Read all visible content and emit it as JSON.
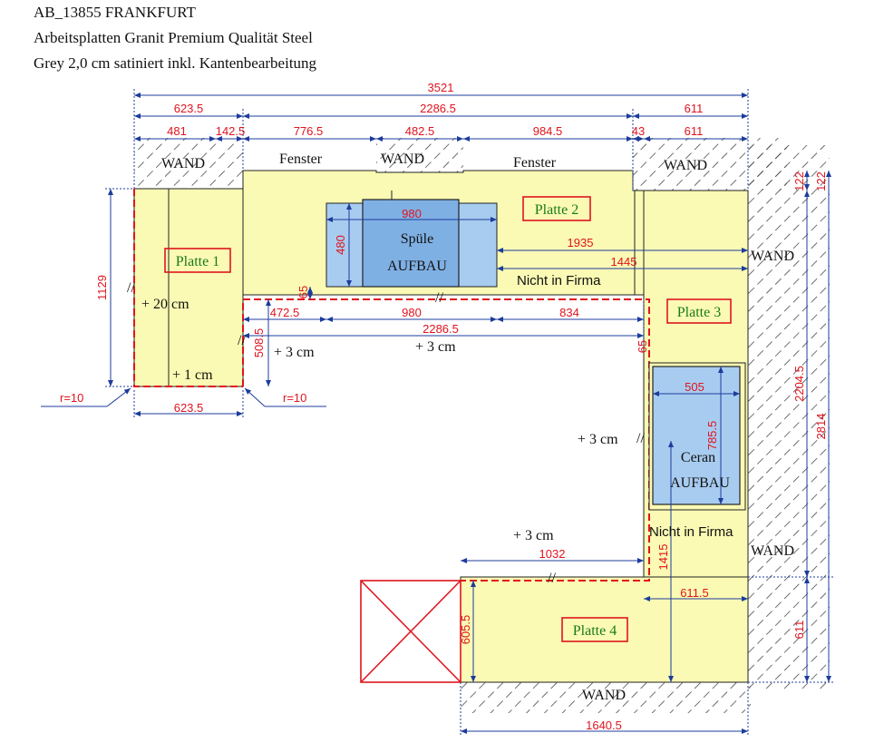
{
  "header": {
    "line1": "AB_13855 FRANKFURT",
    "line2": "Arbeitsplatten Granit Premium Qualität Steel",
    "line3": "Grey 2,0 cm satiniert inkl. Kantenbearbeitung"
  },
  "labels": {
    "wand": "WAND",
    "fenster": "Fenster",
    "spuele": "Spüle",
    "aufbau": "AUFBAU",
    "ceran": "Ceran",
    "nicht_in_firma": "Nicht in Firma",
    "plus20": "+ 20 cm",
    "plus1": "+ 1 cm",
    "plus3": "+ 3 cm",
    "r10": "r=10",
    "slash": "//"
  },
  "plates": {
    "p1": "Platte 1",
    "p2": "Platte 2",
    "p3": "Platte 3",
    "p4": "Platte 4"
  },
  "dims": {
    "d3521": "3521",
    "d623_5": "623.5",
    "d2286_5": "2286.5",
    "d611": "611",
    "d481": "481",
    "d142_5": "142.5",
    "d776_5": "776.5",
    "d482_5": "482.5",
    "d984_5": "984.5",
    "d43": "43",
    "d122": "122",
    "d980": "980",
    "d480": "480",
    "d1935": "1935",
    "d1445": "1445",
    "d1129": "1129",
    "d65": "65",
    "d472_5": "472.5",
    "d834": "834",
    "d508_5": "508.5",
    "d505": "505",
    "d785_5": "785.5",
    "d2204_5": "2204.5",
    "d2814": "2814",
    "d1032": "1032",
    "d1415": "1415",
    "d611_5": "611.5",
    "d605_5": "605.5",
    "d1640_5": "1640.5"
  },
  "colors": {
    "plate_fill": "#fafab4",
    "sink_fill": "#a8ccf0",
    "dimension_text": "#e0141e",
    "dimension_line": "#1c3c9c",
    "cut_line": "#e0141e",
    "plate_label": "#1a7a1a",
    "hatch": "#333333"
  }
}
